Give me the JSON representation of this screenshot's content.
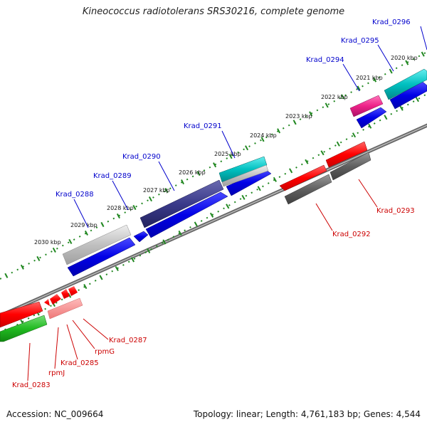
{
  "title": "Kineococcus radiotolerans SRS30216, complete genome",
  "footer": {
    "accession": "Accession: NC_009664",
    "summary": "Topology: linear; Length: 4,761,183 bp; Genes: 4,544"
  },
  "colors": {
    "strand_plus": "#0000ee",
    "gene_red": "#ff0000",
    "gene_green": "#22bb22",
    "gene_grey": "#606060",
    "gene_lightgrey": "#c0c0c0",
    "gene_navy": "#3a3a8a",
    "gene_cyan": "#00c0c0",
    "gene_magenta": "#ee2288",
    "tick_green": "#228822",
    "label_blue": "#0000cc",
    "label_red": "#cc0000"
  },
  "scale_labels": [
    "2020 kbp",
    "2021 kbp",
    "2022 kbp",
    "2023 kbp",
    "2024 kbp",
    "2025 kbp",
    "2026 kbp",
    "2027 kbp",
    "2028 kbp",
    "2029 kbp",
    "2030 kbp"
  ],
  "genes_top": [
    "Krad_0296",
    "Krad_0295",
    "Krad_0294",
    "Krad_0291",
    "Krad_0290",
    "Krad_0289",
    "Krad_0288"
  ],
  "genes_bottom": [
    "Krad_0293",
    "Krad_0292",
    "Krad_0287",
    "rpmG",
    "Krad_0285",
    "rpmJ",
    "Krad_0283"
  ]
}
